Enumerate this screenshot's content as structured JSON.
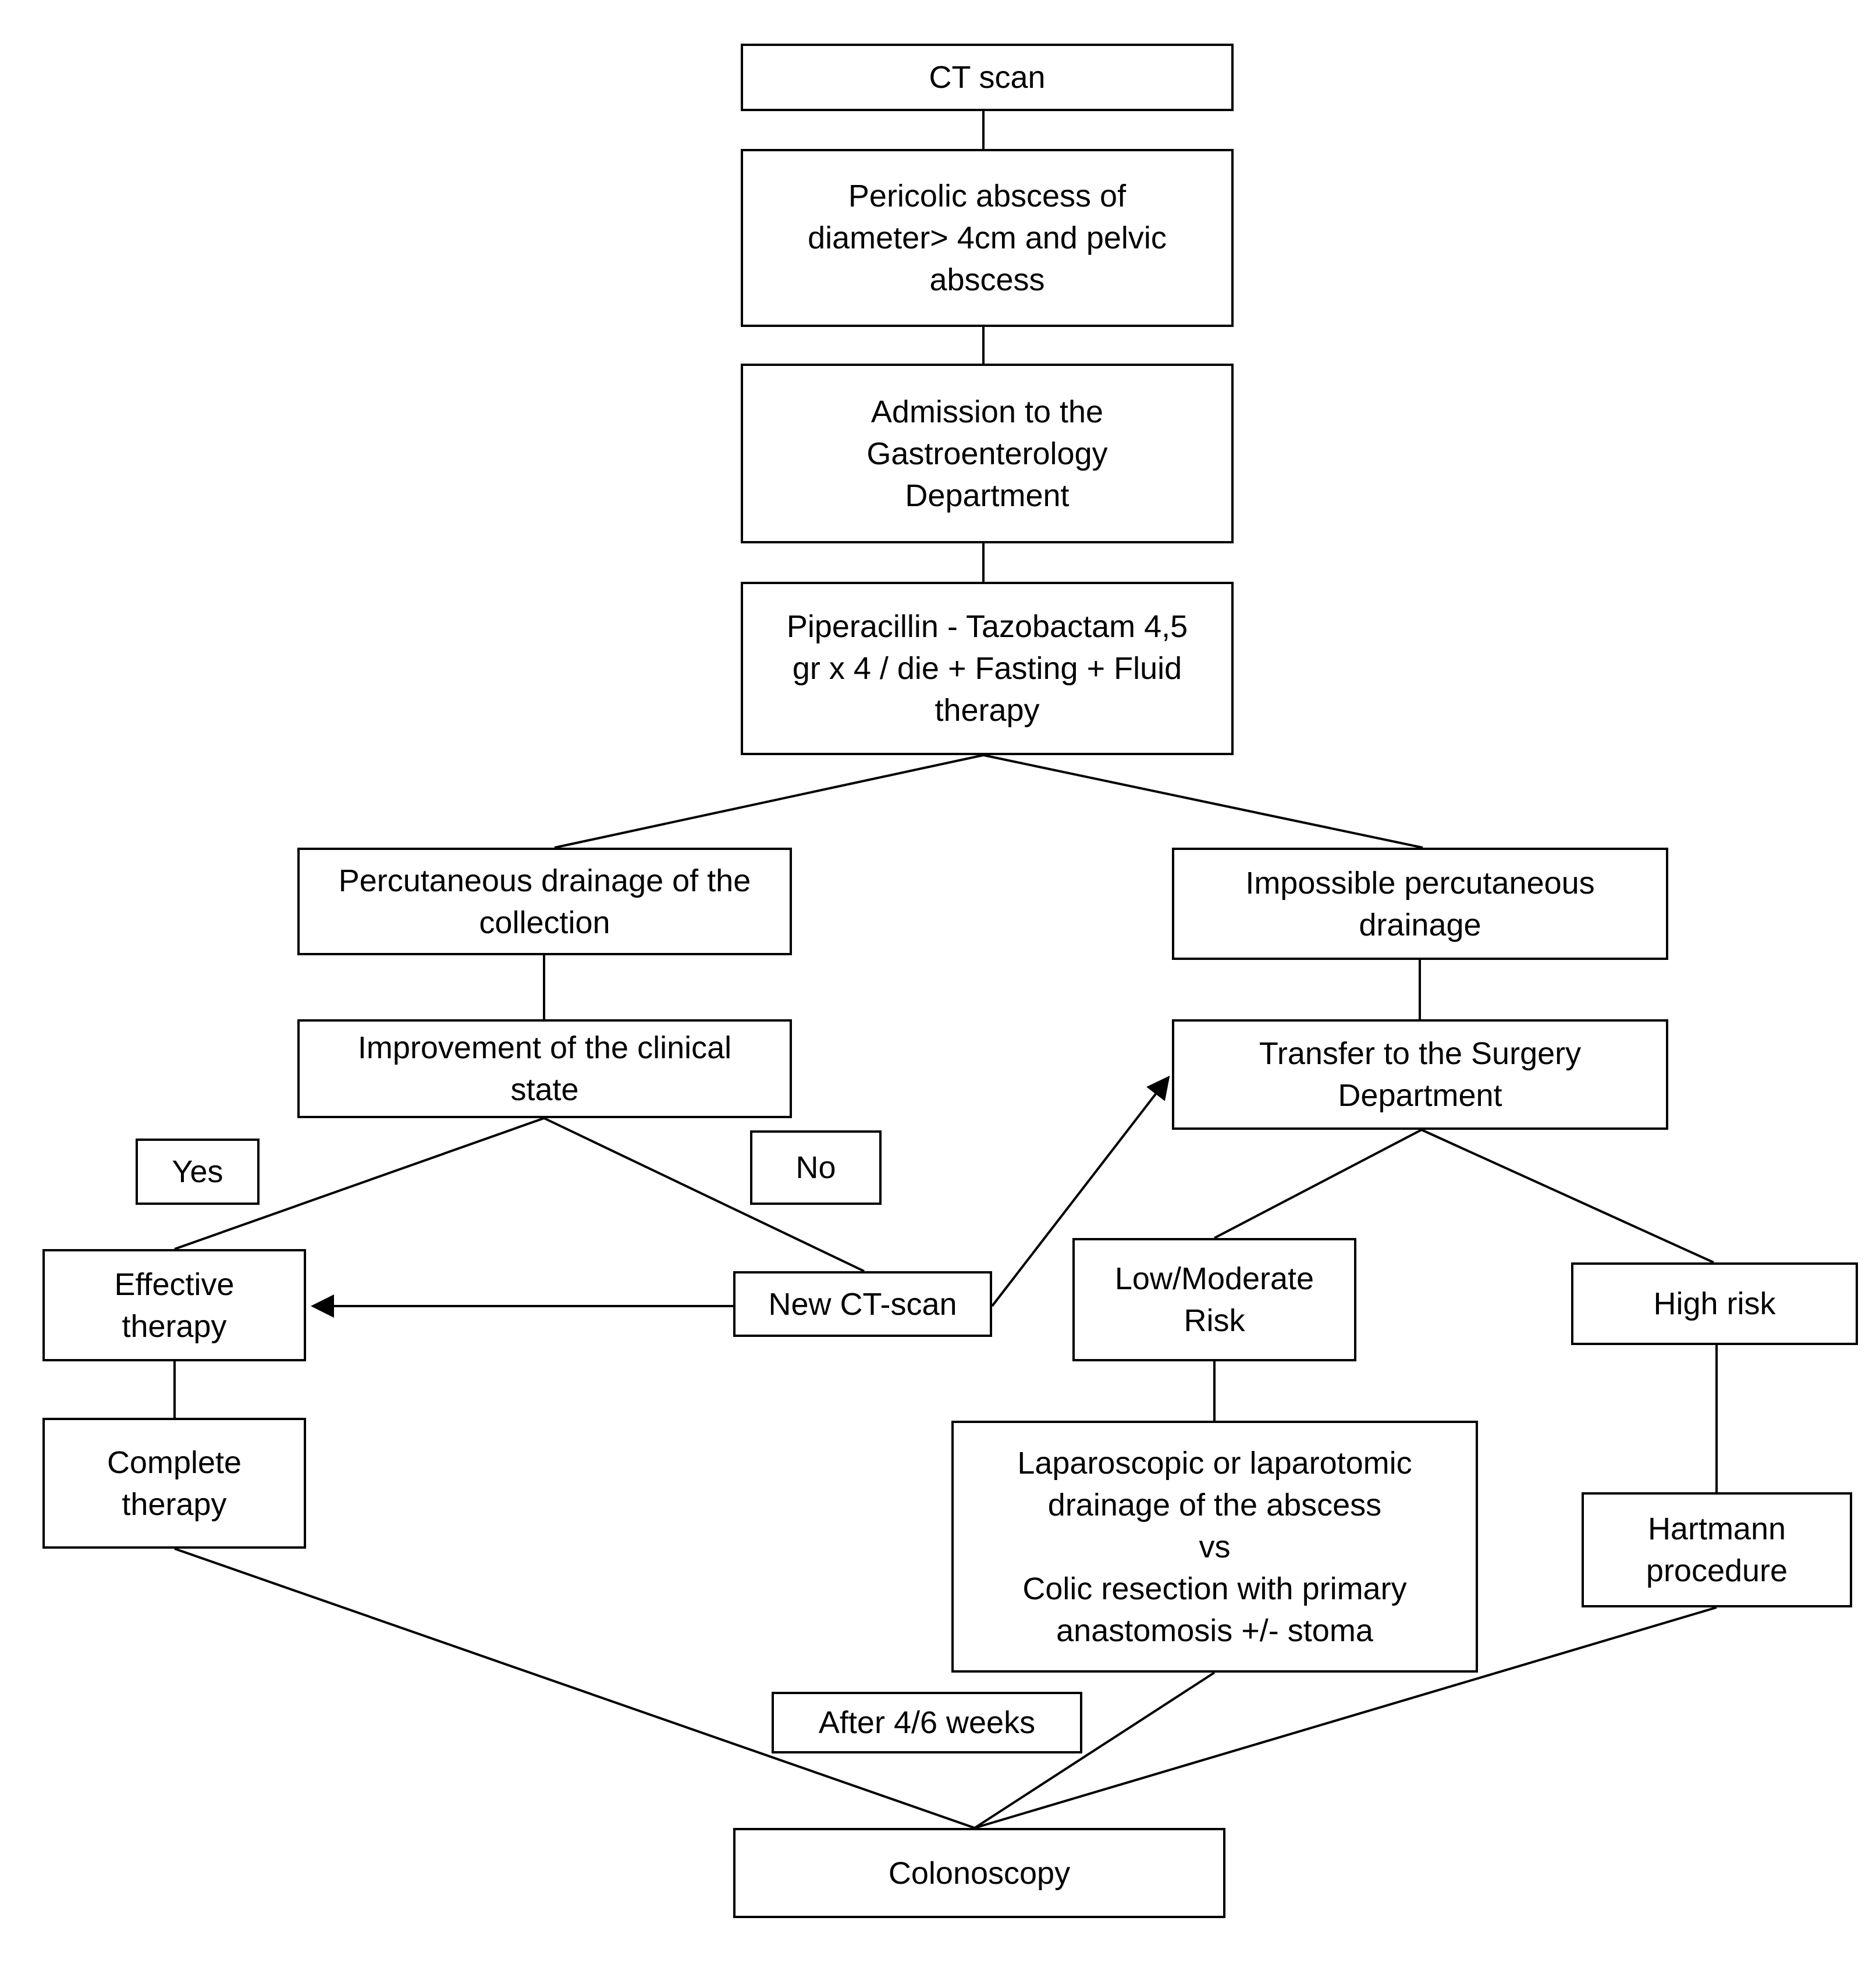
{
  "nodes": {
    "ct_scan": "CT scan",
    "abscess": "Pericolic abscess of\ndiameter> 4cm and pelvic\nabscess",
    "admission": "Admission to the\nGastroenterology\nDepartment",
    "antibiotics": "Piperacillin - Tazobactam 4,5\ngr x 4 / die + Fasting + Fluid\ntherapy",
    "percutaneous": "Percutaneous drainage of the\ncollection",
    "impossible": "Impossible percutaneous\ndrainage",
    "improvement": "Improvement of the clinical\nstate",
    "transfer": "Transfer to the Surgery\nDepartment",
    "yes": "Yes",
    "no": "No",
    "effective": "Effective\ntherapy",
    "new_ct": "New CT-scan",
    "low_risk": "Low/Moderate\nRisk",
    "high_risk": "High risk",
    "complete": "Complete\ntherapy",
    "laparoscopic": "Laparoscopic or laparotomic\ndrainage of the abscess\nvs\nColic resection with primary\nanastomosis +/- stoma",
    "hartmann": "Hartmann\nprocedure",
    "after_weeks": "After 4/6 weeks",
    "colonoscopy": "Colonoscopy"
  }
}
